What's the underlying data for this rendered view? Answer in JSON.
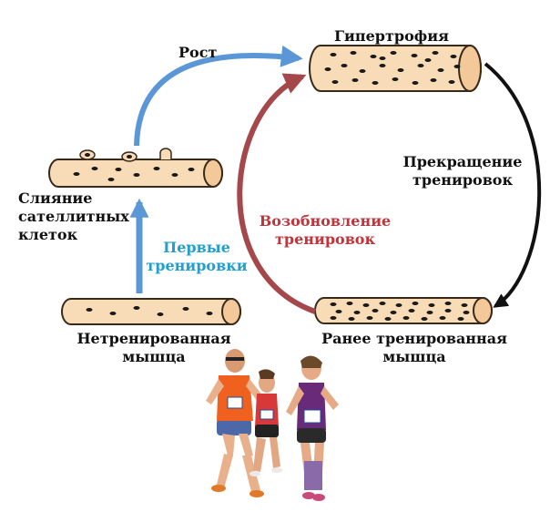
{
  "labels": {
    "growth": "Рост",
    "hypertrophy": "Гипертрофия",
    "fusion": [
      "Слияние",
      "сателлитных",
      "клеток"
    ],
    "first_training": [
      "Первые",
      "тренировки"
    ],
    "resumption": [
      "Возобновление",
      "тренировок"
    ],
    "cessation": [
      "Прекращение",
      "тренировок"
    ],
    "untrained": [
      "Нетренированная",
      "мышца"
    ],
    "previously_trained": [
      "Ранее тренированная",
      "мышца"
    ]
  },
  "colors": {
    "text": "#111111",
    "first_training": "#1fa0cf",
    "resumption": "#c0343b",
    "growth_arrow": "#5b97d6",
    "resumption_arrow": "#a5484b",
    "cessation_arrow": "#111111",
    "fiber_fill": "#f8dcb8",
    "fiber_stroke": "#3a2a1a",
    "nucleus": "#1a1a1a"
  },
  "icons": {
    "runners": "runners-photo"
  }
}
